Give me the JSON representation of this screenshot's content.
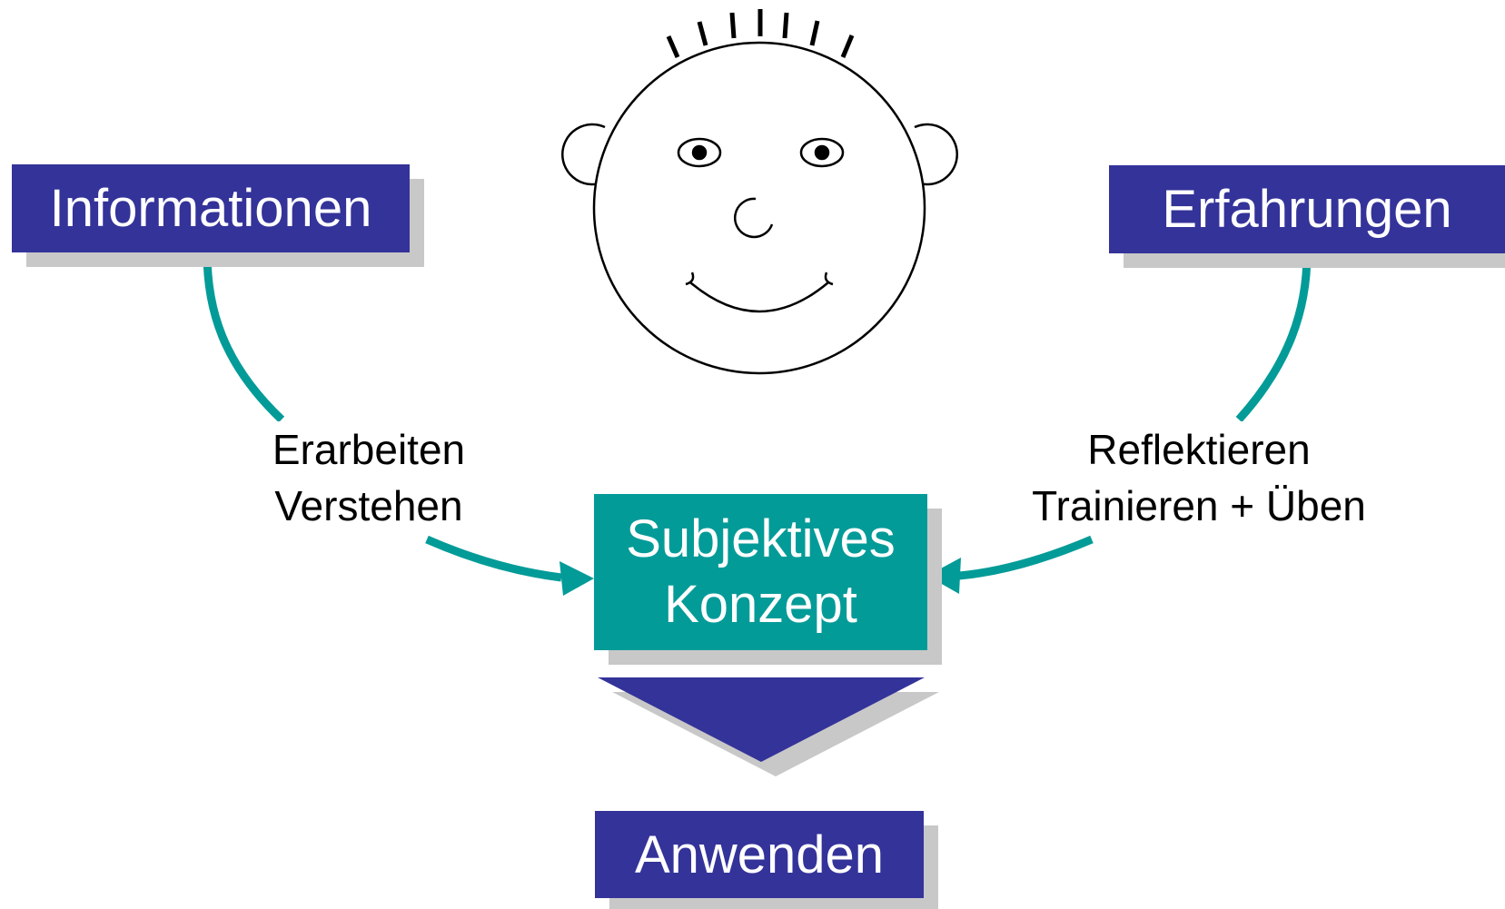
{
  "nodes": {
    "informationen": "Informationen",
    "erfahrungen": "Erfahrungen",
    "subjektives_line1": "Subjektives",
    "subjektives_line2": "Konzept",
    "anwenden": "Anwenden"
  },
  "edge_labels": {
    "left_line1": "Erarbeiten",
    "left_line2": "Verstehen",
    "right_line1": "Reflektieren",
    "right_line2": "Trainieren + Üben"
  },
  "colors": {
    "navy": "#34339a",
    "teal": "#039b98",
    "shadow": "#c8c8c8"
  },
  "icons": [
    "smiley-face-icon",
    "down-triangle-arrow-icon"
  ]
}
